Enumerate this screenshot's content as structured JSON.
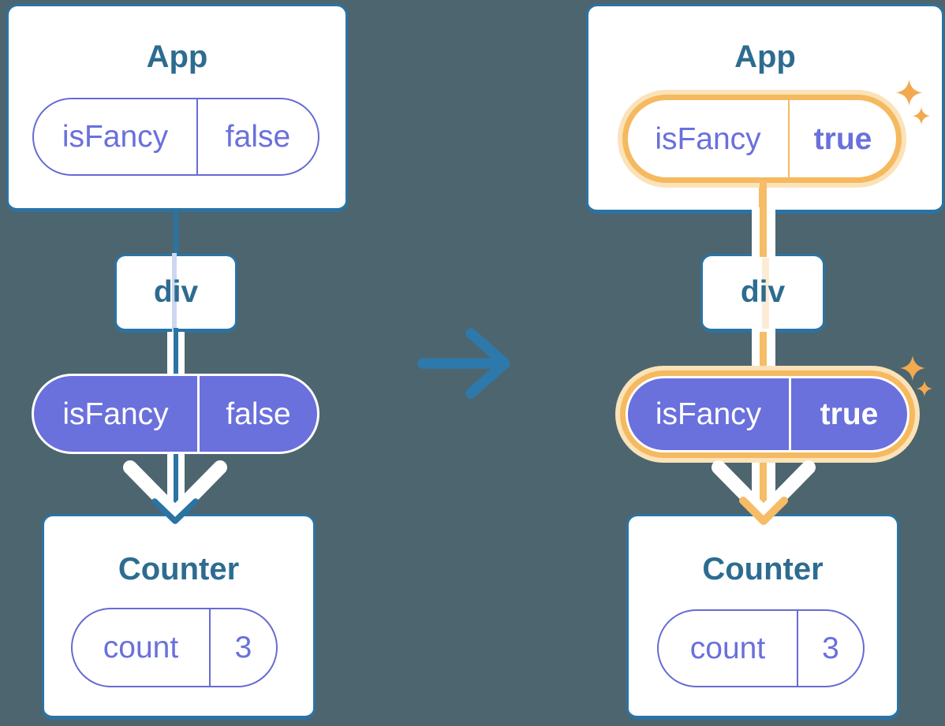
{
  "left": {
    "app": {
      "title": "App",
      "state_name": "isFancy",
      "state_value": "false"
    },
    "div_node": {
      "label": "div"
    },
    "prop": {
      "name": "isFancy",
      "value": "false"
    },
    "counter": {
      "title": "Counter",
      "state_name": "count",
      "state_value": "3"
    }
  },
  "right": {
    "app": {
      "title": "App",
      "state_name": "isFancy",
      "state_value": "true"
    },
    "div_node": {
      "label": "div"
    },
    "prop": {
      "name": "isFancy",
      "value": "true"
    },
    "counter": {
      "title": "Counter",
      "state_name": "count",
      "state_value": "3"
    }
  },
  "icons": {
    "transition": "right-arrow-icon",
    "flow": "down-arrow-icon",
    "highlight": "sparkle-icon"
  },
  "colors": {
    "background": "#4d656e",
    "line_blue": "#2b73a3",
    "arrow_blue": "#2e79ab",
    "title_text": "#2d6c90",
    "purple_fill": "#6a70dc",
    "purple_border": "#666bd4",
    "pale_blue_line": "#ccd7f0",
    "orange_line": "#f6bc66",
    "orange_ring": "#f5b95f",
    "orange_halo": "#fbe2b8",
    "pale_orange_line": "#fcecd6",
    "sparkle": "#f2a94f",
    "white": "#ffffff"
  }
}
